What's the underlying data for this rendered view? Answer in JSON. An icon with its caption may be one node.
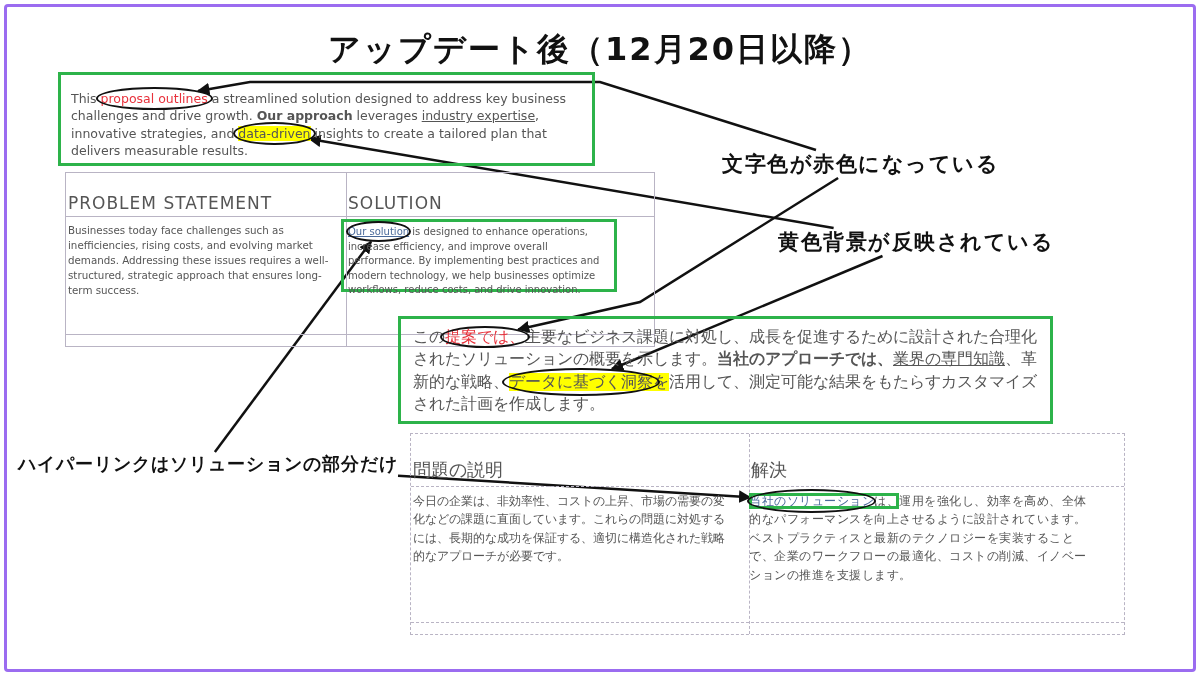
{
  "diagram": {
    "title": "アップデート後（12月20日以降）",
    "nodes": [
      {
        "text": [
          "This proposal outlines a streamlined solution designed to address key business challenges and drive growth. **Our approach** leverages industry expertise, innovative strategies, and data-driven insights to create a tailored plan that delivers measurable results."
        ]
      },
      {
        "text": [
          "PROBLEM STATEMENT",
          "SOLUTION",
          "Businesses today face challenges such as inefficiencies, rising costs, and evolving market demands. Addressing these issues requires a well-structured, strategic approach that ensures long-term success."
        ]
      },
      {
        "text": [
          "Our solution is designed to enhance operations, increase efficiency, and improve overall performance. By implementing best practices and modern technology, we help businesses optimize workflows, reduce costs, and drive innovation."
        ],
        "in": 1
      },
      {
        "text": [
          "この提案では、主要なビジネス課題に対処し、成長を促進するために設計された合理化されたソリューションの概要を示します。**当社のアプローチでは、**業界の専門知識、革新的な戦略、データに基づく洞察を活用して、測定可能な結果をもたらすカスタマイズされた計画を作成します。"
        ]
      },
      {
        "text": [
          "問題の説明",
          "解決",
          "今日の企業は、非効率性、コストの上昇、市場の需要の変化などの課題に直面しています。これらの問題に対処するには、長期的な成功を保証する、適切に構造化された戦略的なアプローチが必要です。",
          "当社のソリューションは、運用を強化し、効率を高め、全体的なパフォーマンスを向上させるように設計されています。ベストプラクティスと最新のテクノロジーを実装することで、企業のワークフローの最適化、コストの削減、イノベーションの推進を支援します。"
        ]
      },
      {
        "text": [
          "文字色が赤色になっている"
        ]
      },
      {
        "text": [
          "黄色背景が反映されている"
        ]
      },
      {
        "text": [
          "ハイパーリンクはソリューションの部分だけ"
        ]
      }
    ],
    "edges": [
      {
        "from": 5,
        "to": 0,
        "arrow": "to"
      },
      {
        "from": 5,
        "to": 3,
        "arrow": "to"
      },
      {
        "from": 6,
        "to": 0,
        "arrow": "to"
      },
      {
        "from": 6,
        "to": 3,
        "arrow": "to"
      },
      {
        "from": 7,
        "to": 2,
        "arrow": "to"
      },
      {
        "from": 7,
        "to": 4,
        "arrow": "to"
      }
    ]
  }
}
